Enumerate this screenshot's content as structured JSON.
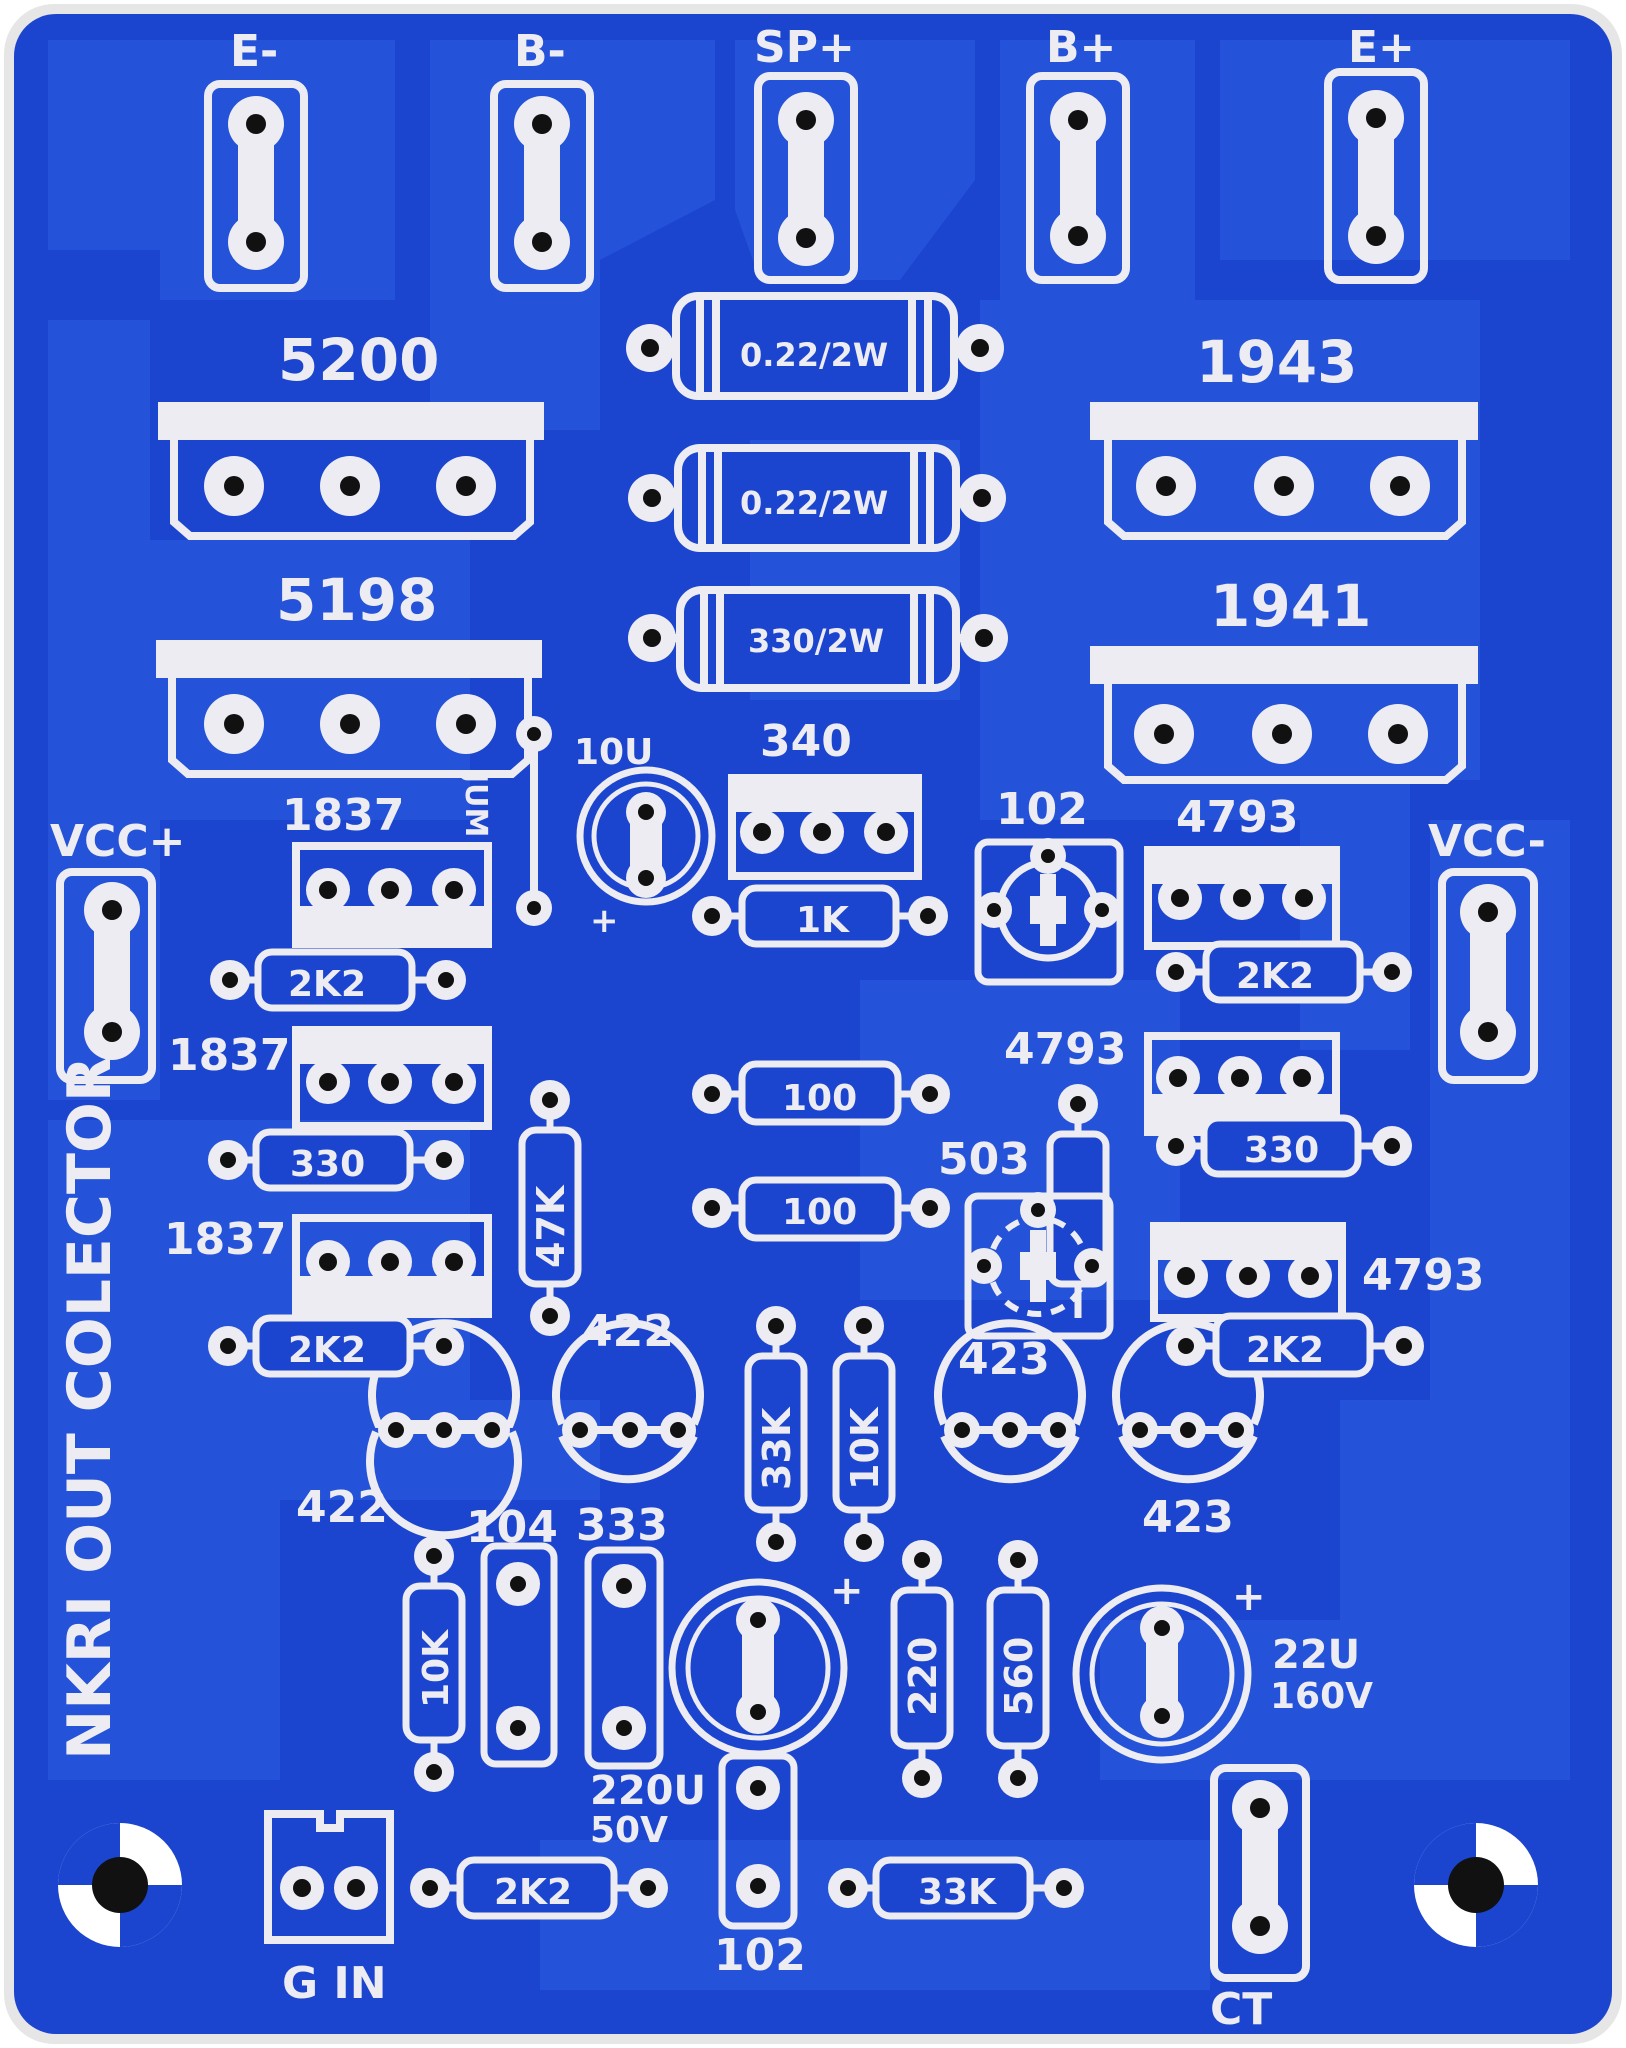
{
  "board": {
    "side_label": "NKRI OUT COLECTOR"
  },
  "terminals": {
    "e_minus": "E-",
    "b_minus": "B-",
    "sp_plus": "SP+",
    "b_plus": "B+",
    "e_plus": "E+",
    "vcc_plus": "VCC+",
    "vcc_minus": "VCC-",
    "g_in": "G IN",
    "ct": "CT"
  },
  "transistors": {
    "t5200": "5200",
    "t5198": "5198",
    "t1943": "1943",
    "t1941": "1941",
    "t340": "340",
    "t1837a": "1837",
    "t1837b": "1837",
    "t1837c": "1837",
    "t4793a": "4793",
    "t4793b": "4793",
    "t4793c": "4793",
    "t422a": "422",
    "t422b": "422",
    "t423a": "423",
    "t423b": "423"
  },
  "resistors": {
    "r022a": "0.22/2W",
    "r022b": "0.22/2W",
    "r330_2w": "330/2W",
    "r1k": "1K",
    "r2k2a": "2K2",
    "r2k2b": "2K2",
    "r2k2c": "2K2",
    "r2k2d": "2K2",
    "r2k2e": "2K2",
    "r330a": "330",
    "r330b": "330",
    "r100a": "100",
    "r100b": "100",
    "r47k": "47K",
    "r33k_v": "33K",
    "r10k_v": "10K",
    "r10k_l": "10K",
    "r220": "220",
    "r560": "560",
    "r33k_h": "33K"
  },
  "capacitors": {
    "c10u": "10U",
    "c_jum": "JUM",
    "c104": "104",
    "c333": "333",
    "c220u_a": "220U",
    "c220u_b": "50V",
    "c102": "102",
    "c22u_a": "22U",
    "c22u_b": "160V",
    "plus": "+"
  },
  "trimmers": {
    "vr102": "102",
    "vr503": "503"
  }
}
